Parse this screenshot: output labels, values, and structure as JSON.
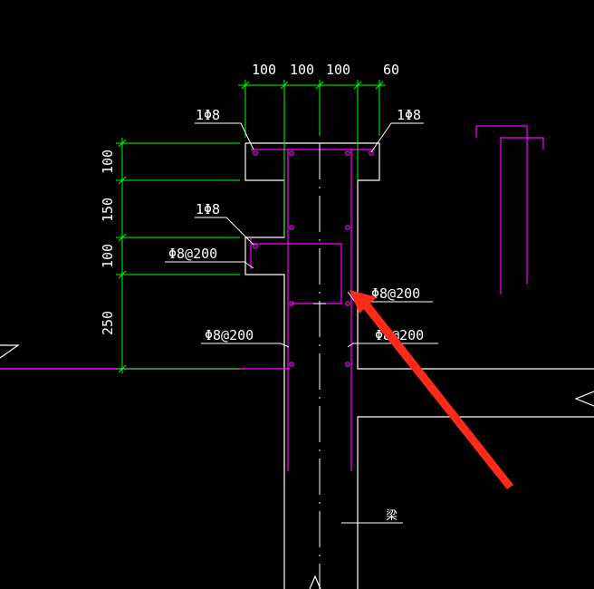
{
  "drawing": {
    "colors": {
      "background": "#000000",
      "concrete_outline": "#ffffff",
      "rebar": "#ff00ff",
      "dimension": "#00ff00",
      "center_line": "#ffffff",
      "annotation_arrow": "#ff2a1a"
    },
    "top_dimensions": [
      "100",
      "100",
      "100",
      "60"
    ],
    "left_dimensions": [
      "100",
      "150",
      "100",
      "250"
    ],
    "rebar_labels": {
      "top_left": "1Φ8",
      "top_right": "1Φ8",
      "mid_left": "1Φ8",
      "stirrup_1": "Φ8@200",
      "stirrup_2": "Φ8@200",
      "stirrup_3": "Φ8@200",
      "stirrup_4": "Φ8@200"
    },
    "beam_label": "梁"
  }
}
